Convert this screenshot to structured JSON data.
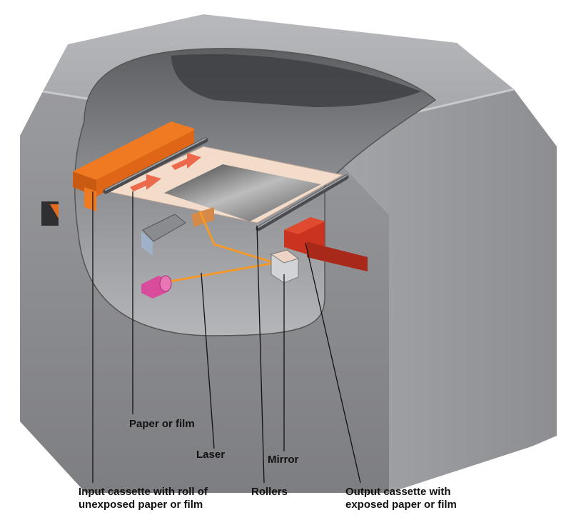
{
  "labels": {
    "paper": "Paper or film",
    "laser": "Laser",
    "mirror": "Mirror",
    "rollers": "Rollers",
    "input": [
      "Input cassette with roll of",
      "unexposed paper or film"
    ],
    "output": [
      "Output cassette with",
      "exposed paper or film"
    ]
  },
  "colors": {
    "housing": "#8e8f93",
    "housing_dark": "#6d6e72",
    "cassette_input": "#f07a22",
    "cassette_output": "#c9331f",
    "laser_beam": "#f39a2a",
    "paper": "#f4dccb",
    "laser_head": "#d94c9c"
  }
}
